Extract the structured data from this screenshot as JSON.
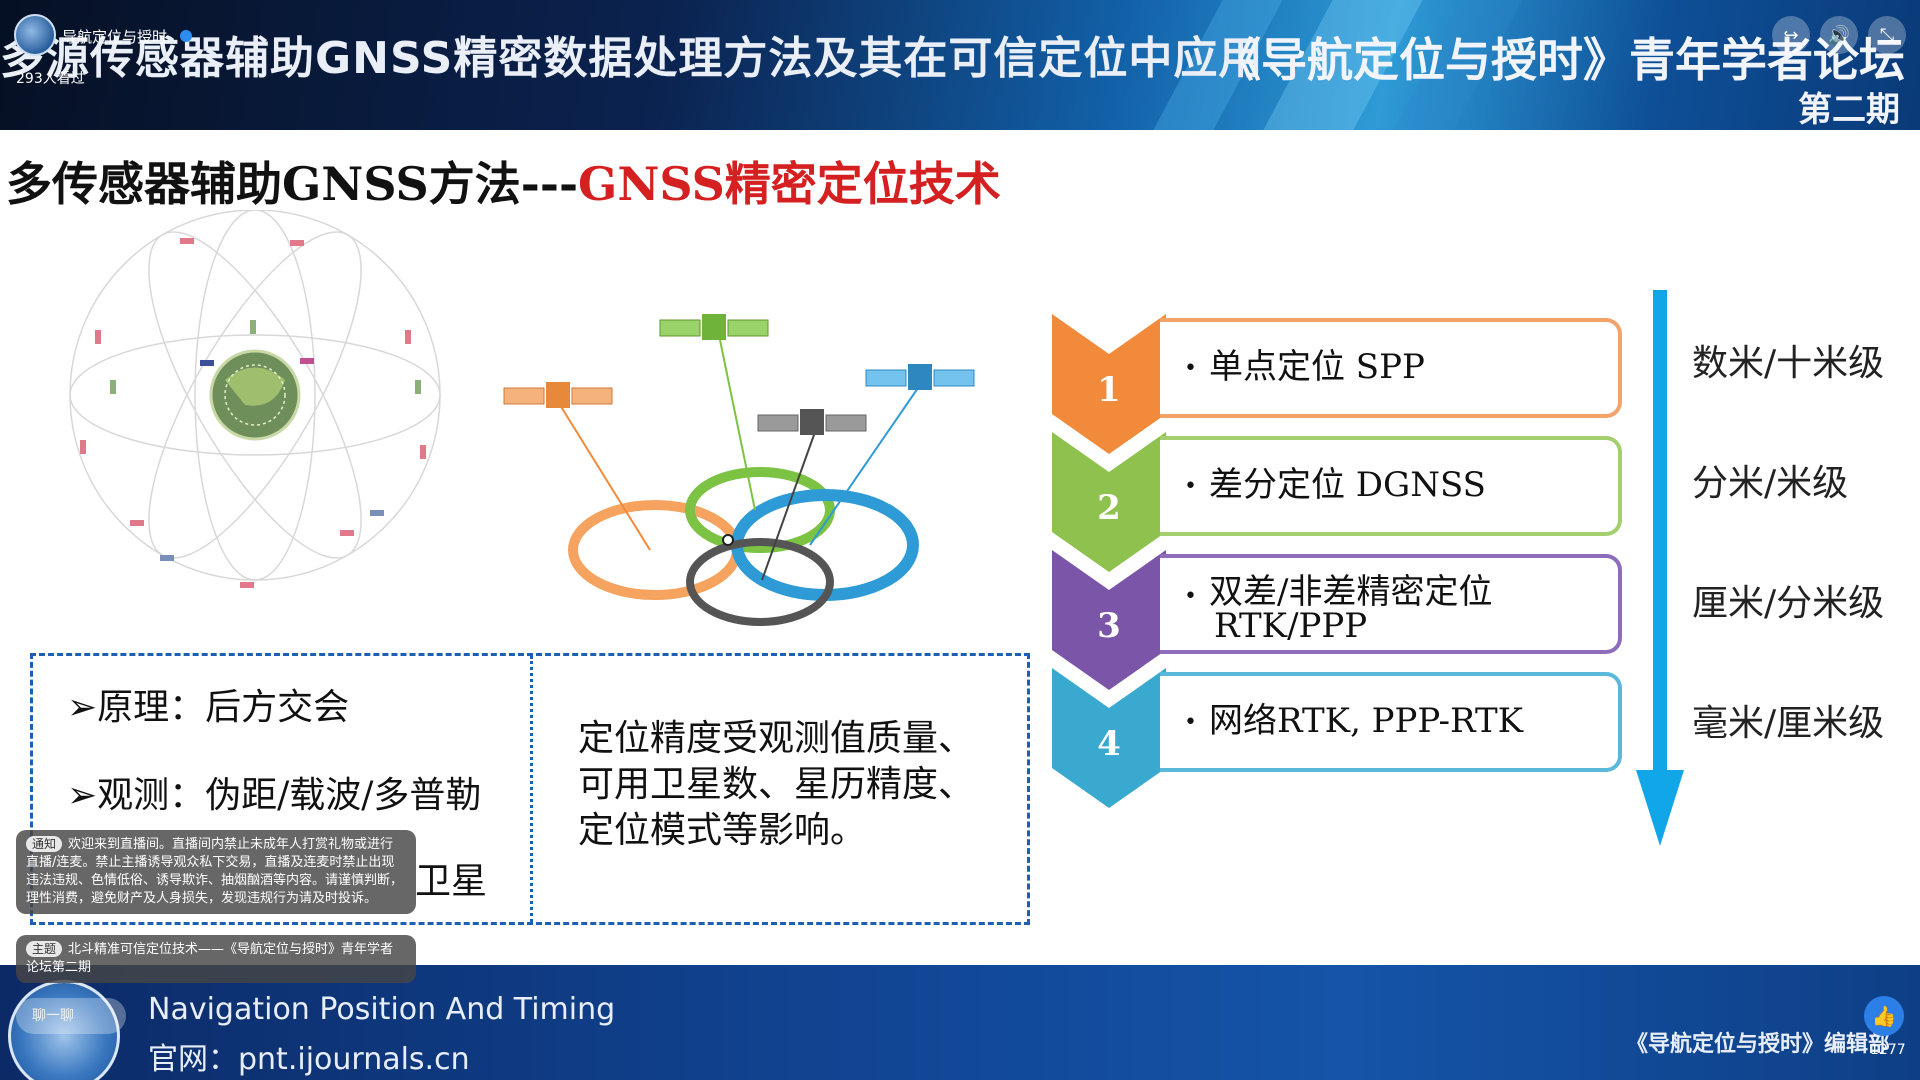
{
  "banner": {
    "talk_title": "多源传感器辅助GNSS精密数据处理方法及其在可信定位中应用",
    "forum_title": "《导航定位与授时》青年学者论坛",
    "issue": "第二期"
  },
  "live": {
    "channel_name": "导航定位与授时",
    "viewers": "293人看过"
  },
  "slide": {
    "title_part1": "多传感器辅助GNSS方法---",
    "title_part2": "GNSS精密定位技术",
    "principle": "➢原理：后方交会",
    "observation": "➢观测：伪距/载波/多普勒",
    "satellites_tail": "卫星",
    "influence": "定位精度受观测值质量、可用卫星数、星历精度、定位模式等影响。",
    "steps": [
      {
        "num": "1",
        "label": "单点定位 SPP",
        "color": "#f28a3c"
      },
      {
        "num": "2",
        "label": "差分定位 DGNSS",
        "color": "#8fc14e"
      },
      {
        "num": "3",
        "label_line1": "双差/非差精密定位",
        "label_line2": "RTK/PPP",
        "color": "#7a55a8"
      },
      {
        "num": "4",
        "label": "网络RTK, PPP-RTK",
        "color": "#3aa9cf"
      }
    ],
    "accuracy_levels": [
      "数米/十米级",
      "分米/米级",
      "厘米/分米级",
      "毫米/厘米级"
    ],
    "accent_red": "#d42020",
    "arrow_color": "#10a6e8"
  },
  "chat": {
    "notice_tag": "通知",
    "notice_text": "欢迎来到直播间。直播间内禁止未成年人打赏礼物或进行直播/连麦。禁止主播诱导观众私下交易，直播及连麦时禁止出现违法违规、色情低俗、诱导欺诈、抽烟酗酒等内容。请谨慎判断，理性消费，避免财产及人身损失，发现违规行为请及时投诉。",
    "topic_tag": "主题",
    "topic_text": "北斗精准可信定位技术——《导航定位与授时》青年学者论坛第二期",
    "input_placeholder": "聊一聊"
  },
  "footer": {
    "journal_en": "Navigation Position And Timing",
    "website": "官网：pnt.ijournals.cn",
    "editor": "《导航定位与授时》编辑部",
    "like_count": "1277"
  },
  "icons": {
    "share": "share-icon",
    "volume": "volume-icon",
    "collapse": "collapse-icon",
    "like": "thumbs-up-icon"
  }
}
